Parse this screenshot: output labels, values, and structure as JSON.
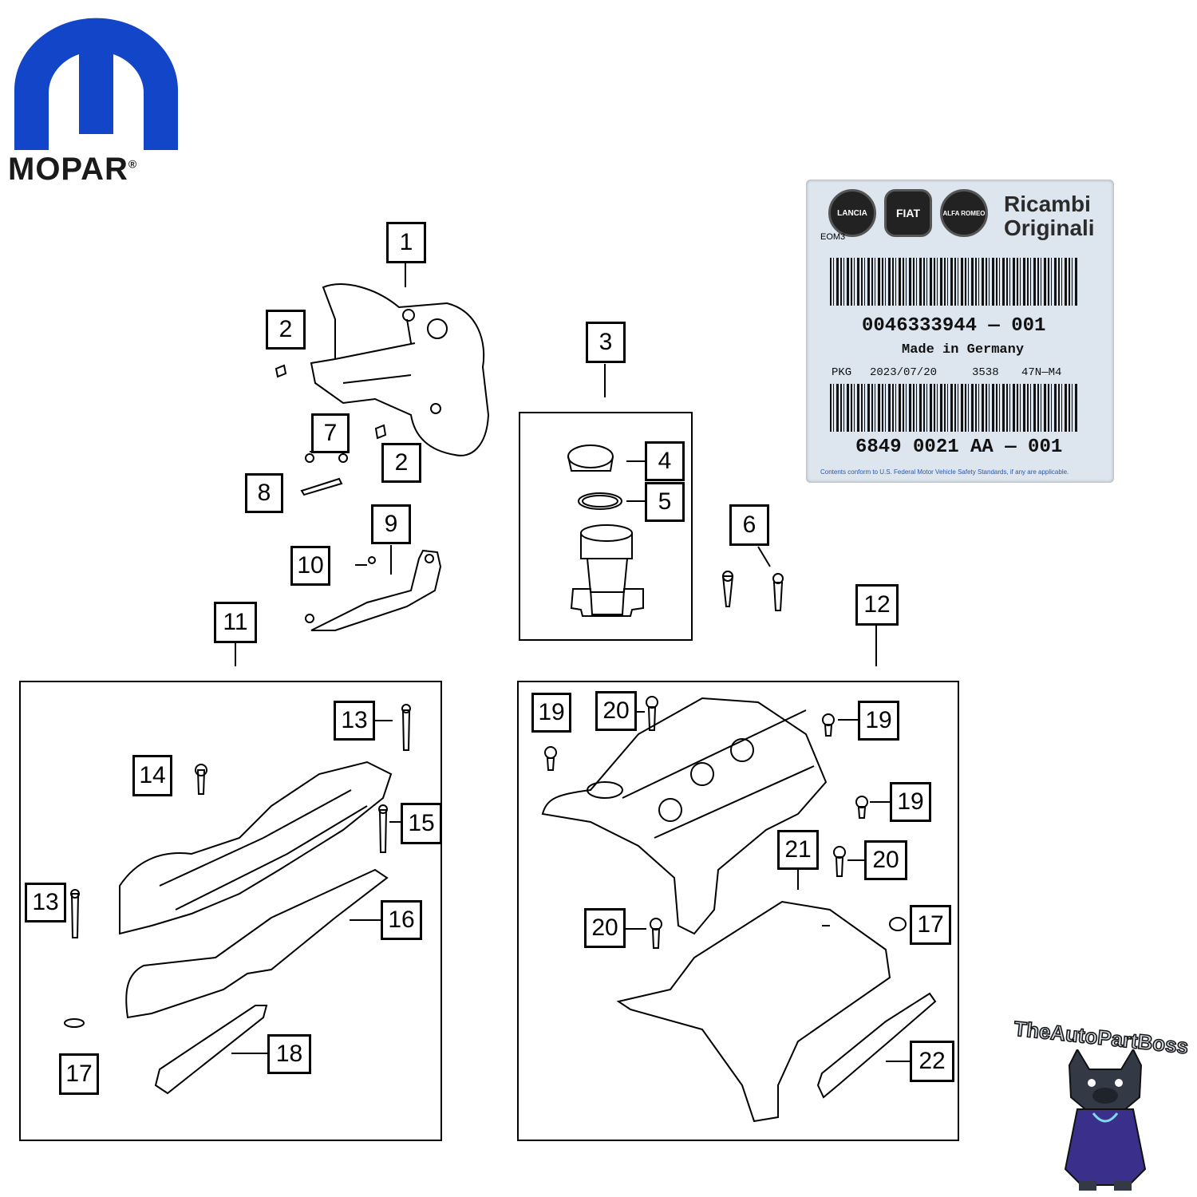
{
  "brand": {
    "mopar_wordmark": "MOPAR",
    "mopar_reg": "®",
    "mopar_color": "#1245c8"
  },
  "label": {
    "eom": "EOM3",
    "brands": [
      "LANCIA",
      "FIAT",
      "ALFA ROMEO"
    ],
    "ricambi": "Ricambi",
    "originali": "Originali",
    "code1": "0046333944 — 001",
    "made_in": "Made in Germany",
    "pkg": "PKG",
    "date": "2023/07/20",
    "lot": "3538",
    "code_m4": "47N—M4",
    "code2": "6849 0021 AA — 001",
    "footer": "Contents conform to U.S. Federal Motor Vehicle Safety Standards, if any are applicable."
  },
  "callouts": [
    "1",
    "2",
    "2",
    "3",
    "4",
    "5",
    "6",
    "7",
    "8",
    "9",
    "10",
    "11",
    "12",
    "13",
    "14",
    "15",
    "16",
    "13",
    "17",
    "18",
    "19",
    "20",
    "19",
    "19",
    "20",
    "21",
    "20",
    "17",
    "22"
  ],
  "watermark": "TheAutoPartBoss"
}
